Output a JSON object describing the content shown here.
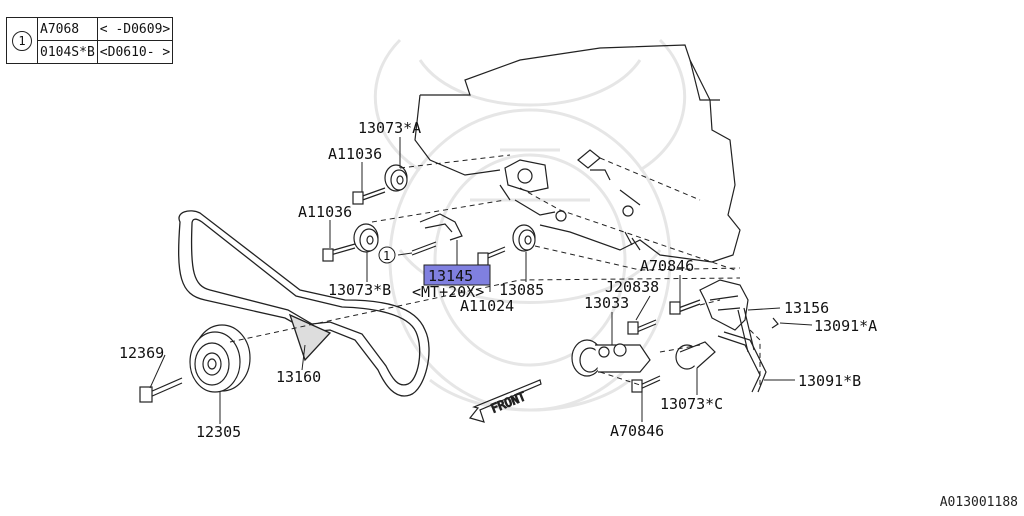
{
  "reference_table": {
    "marker": "1",
    "rows": [
      {
        "part": "A7068",
        "range": "< -D0609>"
      },
      {
        "part": "0104S*B",
        "range": "<D0610- >"
      }
    ]
  },
  "callouts": {
    "p13073A": "13073*A",
    "pA11036_top": "A11036",
    "pA11036_mid": "A11036",
    "p13073B": "13073*B",
    "p13145": "13145",
    "p13145_note": "<MT+20X>",
    "pA11024": "A11024",
    "p13085": "13085",
    "pA70846_top": "A70846",
    "pJ20838": "J20838",
    "p13033": "13033",
    "p13156": "13156",
    "p13091A": "13091*A",
    "p13091B": "13091*B",
    "p13073C": "13073*C",
    "pA70846_bot": "A70846",
    "p12369": "12369",
    "p13160": "13160",
    "p12305": "12305",
    "marker_1": "1",
    "front": "FRONT"
  },
  "highlight_color": "#8080e0",
  "diagram_code": "A013001188"
}
